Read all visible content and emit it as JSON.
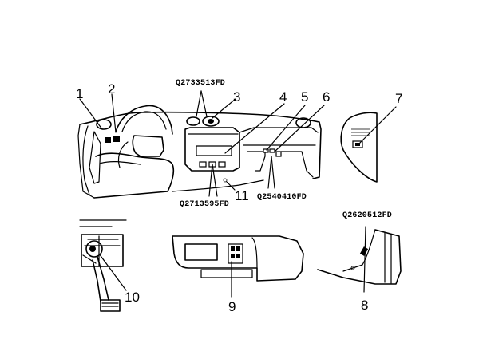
{
  "callouts": {
    "n1": "1",
    "n2": "2",
    "n3": "3",
    "n4": "4",
    "n5": "5",
    "n6": "6",
    "n7": "7",
    "n8": "8",
    "n9": "9",
    "n10": "10",
    "n11": "11"
  },
  "part_numbers": {
    "top_center": "Q2733513FD",
    "lower_left": "Q2713595FD",
    "lower_mid": "Q2540410FD",
    "right": "Q2620512FD"
  }
}
